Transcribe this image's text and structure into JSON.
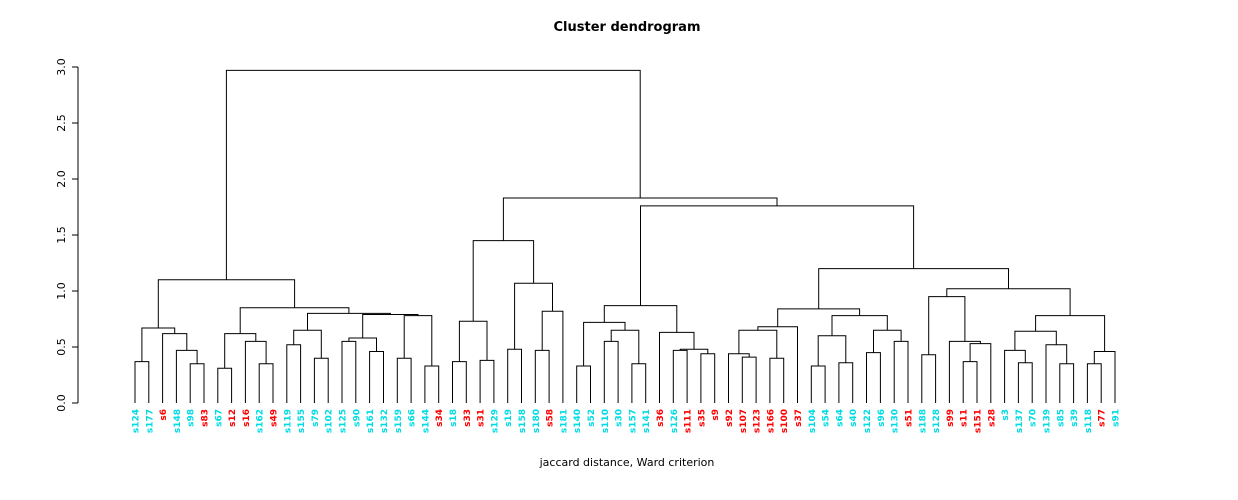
{
  "chart_data": {
    "type": "dendrogram",
    "title": "Cluster dendrogram",
    "xlabel": "jaccard distance, Ward criterion",
    "ylabel": "",
    "ylim": [
      0,
      3
    ],
    "yticks": [
      "0.0",
      "0.5",
      "1.0",
      "1.5",
      "2.0",
      "2.5",
      "3.0"
    ],
    "grid": false,
    "legend": false,
    "axis_side": "left",
    "palette": {
      "cyan": "#00dce6",
      "red": "#ff0000"
    },
    "leaves": [
      {
        "label": "s124",
        "color": "cyan"
      },
      {
        "label": "s177",
        "color": "cyan"
      },
      {
        "label": "s6",
        "color": "red"
      },
      {
        "label": "s148",
        "color": "cyan"
      },
      {
        "label": "s98",
        "color": "cyan"
      },
      {
        "label": "s83",
        "color": "red"
      },
      {
        "label": "s67",
        "color": "cyan"
      },
      {
        "label": "s12",
        "color": "red"
      },
      {
        "label": "s16",
        "color": "red"
      },
      {
        "label": "s162",
        "color": "cyan"
      },
      {
        "label": "s49",
        "color": "red"
      },
      {
        "label": "s119",
        "color": "cyan"
      },
      {
        "label": "s155",
        "color": "cyan"
      },
      {
        "label": "s79",
        "color": "cyan"
      },
      {
        "label": "s102",
        "color": "cyan"
      },
      {
        "label": "s125",
        "color": "cyan"
      },
      {
        "label": "s90",
        "color": "cyan"
      },
      {
        "label": "s161",
        "color": "cyan"
      },
      {
        "label": "s132",
        "color": "cyan"
      },
      {
        "label": "s159",
        "color": "cyan"
      },
      {
        "label": "s66",
        "color": "cyan"
      },
      {
        "label": "s144",
        "color": "cyan"
      },
      {
        "label": "s34",
        "color": "red"
      },
      {
        "label": "s18",
        "color": "cyan"
      },
      {
        "label": "s33",
        "color": "red"
      },
      {
        "label": "s31",
        "color": "red"
      },
      {
        "label": "s129",
        "color": "cyan"
      },
      {
        "label": "s19",
        "color": "cyan"
      },
      {
        "label": "s158",
        "color": "cyan"
      },
      {
        "label": "s180",
        "color": "cyan"
      },
      {
        "label": "s58",
        "color": "red"
      },
      {
        "label": "s181",
        "color": "cyan"
      },
      {
        "label": "s140",
        "color": "cyan"
      },
      {
        "label": "s52",
        "color": "cyan"
      },
      {
        "label": "s110",
        "color": "cyan"
      },
      {
        "label": "s30",
        "color": "cyan"
      },
      {
        "label": "s157",
        "color": "cyan"
      },
      {
        "label": "s141",
        "color": "cyan"
      },
      {
        "label": "s36",
        "color": "red"
      },
      {
        "label": "s126",
        "color": "cyan"
      },
      {
        "label": "s111",
        "color": "red"
      },
      {
        "label": "s35",
        "color": "red"
      },
      {
        "label": "s9",
        "color": "red"
      },
      {
        "label": "s92",
        "color": "red"
      },
      {
        "label": "s107",
        "color": "red"
      },
      {
        "label": "s123",
        "color": "red"
      },
      {
        "label": "s166",
        "color": "red"
      },
      {
        "label": "s100",
        "color": "red"
      },
      {
        "label": "s37",
        "color": "red"
      },
      {
        "label": "s104",
        "color": "cyan"
      },
      {
        "label": "s54",
        "color": "cyan"
      },
      {
        "label": "s64",
        "color": "cyan"
      },
      {
        "label": "s40",
        "color": "cyan"
      },
      {
        "label": "s122",
        "color": "cyan"
      },
      {
        "label": "s96",
        "color": "cyan"
      },
      {
        "label": "s130",
        "color": "cyan"
      },
      {
        "label": "s51",
        "color": "red"
      },
      {
        "label": "s188",
        "color": "cyan"
      },
      {
        "label": "s128",
        "color": "cyan"
      },
      {
        "label": "s99",
        "color": "red"
      },
      {
        "label": "s11",
        "color": "red"
      },
      {
        "label": "s151",
        "color": "red"
      },
      {
        "label": "s28",
        "color": "red"
      },
      {
        "label": "s3",
        "color": "cyan"
      },
      {
        "label": "s137",
        "color": "cyan"
      },
      {
        "label": "s70",
        "color": "cyan"
      },
      {
        "label": "s139",
        "color": "cyan"
      },
      {
        "label": "s85",
        "color": "cyan"
      },
      {
        "label": "s39",
        "color": "cyan"
      },
      {
        "label": "s118",
        "color": "cyan"
      },
      {
        "label": "s77",
        "color": "red"
      },
      {
        "label": "s91",
        "color": "cyan"
      }
    ],
    "tree": {
      "h": 2.97,
      "c": [
        {
          "h": 1.1,
          "c": [
            {
              "h": 0.67,
              "c": [
                {
                  "h": 0.37,
                  "c": [
                    0,
                    1
                  ]
                },
                {
                  "h": 0.62,
                  "c": [
                    2,
                    {
                      "h": 0.47,
                      "c": [
                        3,
                        {
                          "h": 0.35,
                          "c": [
                            4,
                            5
                          ]
                        }
                      ]
                    }
                  ]
                }
              ]
            },
            {
              "h": 0.85,
              "c": [
                {
                  "h": 0.62,
                  "c": [
                    {
                      "h": 0.31,
                      "c": [
                        6,
                        7
                      ]
                    },
                    {
                      "h": 0.55,
                      "c": [
                        8,
                        {
                          "h": 0.35,
                          "c": [
                            9,
                            10
                          ]
                        }
                      ]
                    }
                  ]
                },
                {
                  "h": 0.8,
                  "c": [
                    {
                      "h": 0.65,
                      "c": [
                        {
                          "h": 0.52,
                          "c": [
                            11,
                            12
                          ]
                        },
                        {
                          "h": 0.4,
                          "c": [
                            13,
                            14
                          ]
                        }
                      ]
                    },
                    {
                      "h": 0.79,
                      "c": [
                        {
                          "h": 0.58,
                          "c": [
                            {
                              "h": 0.55,
                              "c": [
                                15,
                                16
                              ]
                            },
                            {
                              "h": 0.46,
                              "c": [
                                17,
                                18
                              ]
                            }
                          ]
                        },
                        {
                          "h": 0.78,
                          "c": [
                            {
                              "h": 0.4,
                              "c": [
                                19,
                                20
                              ]
                            },
                            {
                              "h": 0.33,
                              "c": [
                                21,
                                22
                              ]
                            }
                          ]
                        }
                      ]
                    }
                  ]
                }
              ]
            }
          ]
        },
        {
          "h": 1.83,
          "c": [
            {
              "h": 1.45,
              "c": [
                {
                  "h": 0.73,
                  "c": [
                    {
                      "h": 0.37,
                      "c": [
                        23,
                        24
                      ]
                    },
                    {
                      "h": 0.38,
                      "c": [
                        25,
                        26
                      ]
                    }
                  ]
                },
                {
                  "h": 1.07,
                  "c": [
                    {
                      "h": 0.48,
                      "c": [
                        27,
                        28
                      ]
                    },
                    {
                      "h": 0.82,
                      "c": [
                        {
                          "h": 0.47,
                          "c": [
                            29,
                            30
                          ]
                        },
                        31
                      ]
                    }
                  ]
                }
              ]
            },
            {
              "h": 1.76,
              "c": [
                {
                  "h": 0.87,
                  "c": [
                    {
                      "h": 0.72,
                      "c": [
                        {
                          "h": 0.33,
                          "c": [
                            32,
                            33
                          ]
                        },
                        {
                          "h": 0.65,
                          "c": [
                            {
                              "h": 0.55,
                              "c": [
                                34,
                                35
                              ]
                            },
                            {
                              "h": 0.35,
                              "c": [
                                36,
                                37
                              ]
                            }
                          ]
                        }
                      ]
                    },
                    {
                      "h": 0.63,
                      "c": [
                        38,
                        {
                          "h": 0.48,
                          "c": [
                            {
                              "h": 0.47,
                              "c": [
                                39,
                                40
                              ]
                            },
                            {
                              "h": 0.44,
                              "c": [
                                41,
                                42
                              ]
                            }
                          ]
                        }
                      ]
                    }
                  ]
                },
                {
                  "h": 1.2,
                  "c": [
                    {
                      "h": 0.84,
                      "c": [
                        {
                          "h": 0.68,
                          "c": [
                            {
                              "h": 0.65,
                              "c": [
                                {
                                  "h": 0.44,
                                  "c": [
                                    43,
                                    {
                                      "h": 0.41,
                                      "c": [
                                        44,
                                        45
                                      ]
                                    }
                                  ]
                                },
                                {
                                  "h": 0.4,
                                  "c": [
                                    46,
                                    47
                                  ]
                                }
                              ]
                            },
                            48
                          ]
                        },
                        {
                          "h": 0.78,
                          "c": [
                            {
                              "h": 0.6,
                              "c": [
                                {
                                  "h": 0.33,
                                  "c": [
                                    49,
                                    50
                                  ]
                                },
                                {
                                  "h": 0.36,
                                  "c": [
                                    51,
                                    52
                                  ]
                                }
                              ]
                            },
                            {
                              "h": 0.65,
                              "c": [
                                {
                                  "h": 0.45,
                                  "c": [
                                    53,
                                    54
                                  ]
                                },
                                {
                                  "h": 0.55,
                                  "c": [
                                    55,
                                    56
                                  ]
                                }
                              ]
                            }
                          ]
                        }
                      ]
                    },
                    {
                      "h": 1.02,
                      "c": [
                        {
                          "h": 0.95,
                          "c": [
                            {
                              "h": 0.43,
                              "c": [
                                57,
                                58
                              ]
                            },
                            {
                              "h": 0.55,
                              "c": [
                                59,
                                {
                                  "h": 0.53,
                                  "c": [
                                    {
                                      "h": 0.37,
                                      "c": [
                                        60,
                                        61
                                      ]
                                    },
                                    62
                                  ]
                                }
                              ]
                            }
                          ]
                        },
                        {
                          "h": 0.78,
                          "c": [
                            {
                              "h": 0.64,
                              "c": [
                                {
                                  "h": 0.47,
                                  "c": [
                                    63,
                                    {
                                      "h": 0.36,
                                      "c": [
                                        64,
                                        65
                                      ]
                                    }
                                  ]
                                },
                                {
                                  "h": 0.52,
                                  "c": [
                                    66,
                                    {
                                      "h": 0.35,
                                      "c": [
                                        67,
                                        68
                                      ]
                                    }
                                  ]
                                }
                              ]
                            },
                            {
                              "h": 0.46,
                              "c": [
                                {
                                  "h": 0.35,
                                  "c": [
                                    69,
                                    70
                                  ]
                                },
                                71
                              ]
                            }
                          ]
                        }
                      ]
                    }
                  ]
                }
              ]
            }
          ]
        }
      ]
    }
  }
}
